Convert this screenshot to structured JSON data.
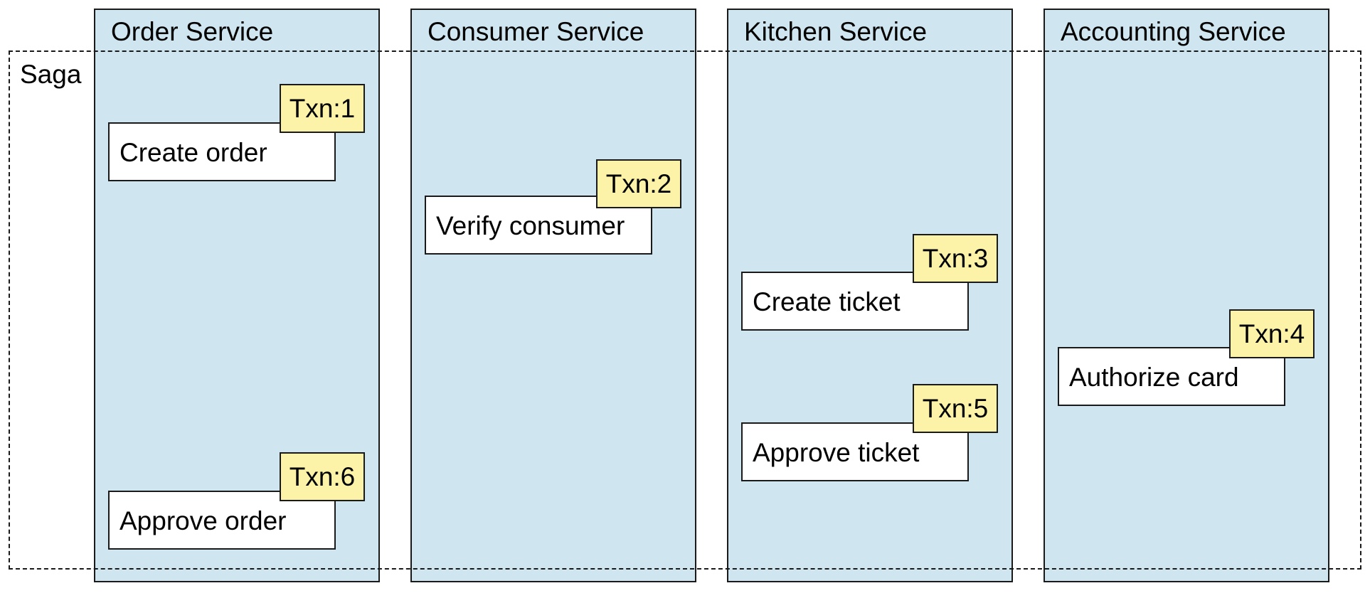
{
  "saga": {
    "label": "Saga"
  },
  "lanes": [
    {
      "title": "Order Service"
    },
    {
      "title": "Consumer Service"
    },
    {
      "title": "Kitchen Service"
    },
    {
      "title": "Accounting Service"
    }
  ],
  "steps": [
    {
      "label": "Create order",
      "txn": "Txn:1"
    },
    {
      "label": "Verify consumer",
      "txn": "Txn:2"
    },
    {
      "label": "Create ticket",
      "txn": "Txn:3"
    },
    {
      "label": "Authorize card",
      "txn": "Txn:4"
    },
    {
      "label": "Approve ticket",
      "txn": "Txn:5"
    },
    {
      "label": "Approve order",
      "txn": "Txn:6"
    }
  ],
  "colors": {
    "lane_fill": "#cfe5f0",
    "txn_fill": "#fdf3a8",
    "step_fill": "#ffffff",
    "stroke": "#1a1a1a"
  }
}
